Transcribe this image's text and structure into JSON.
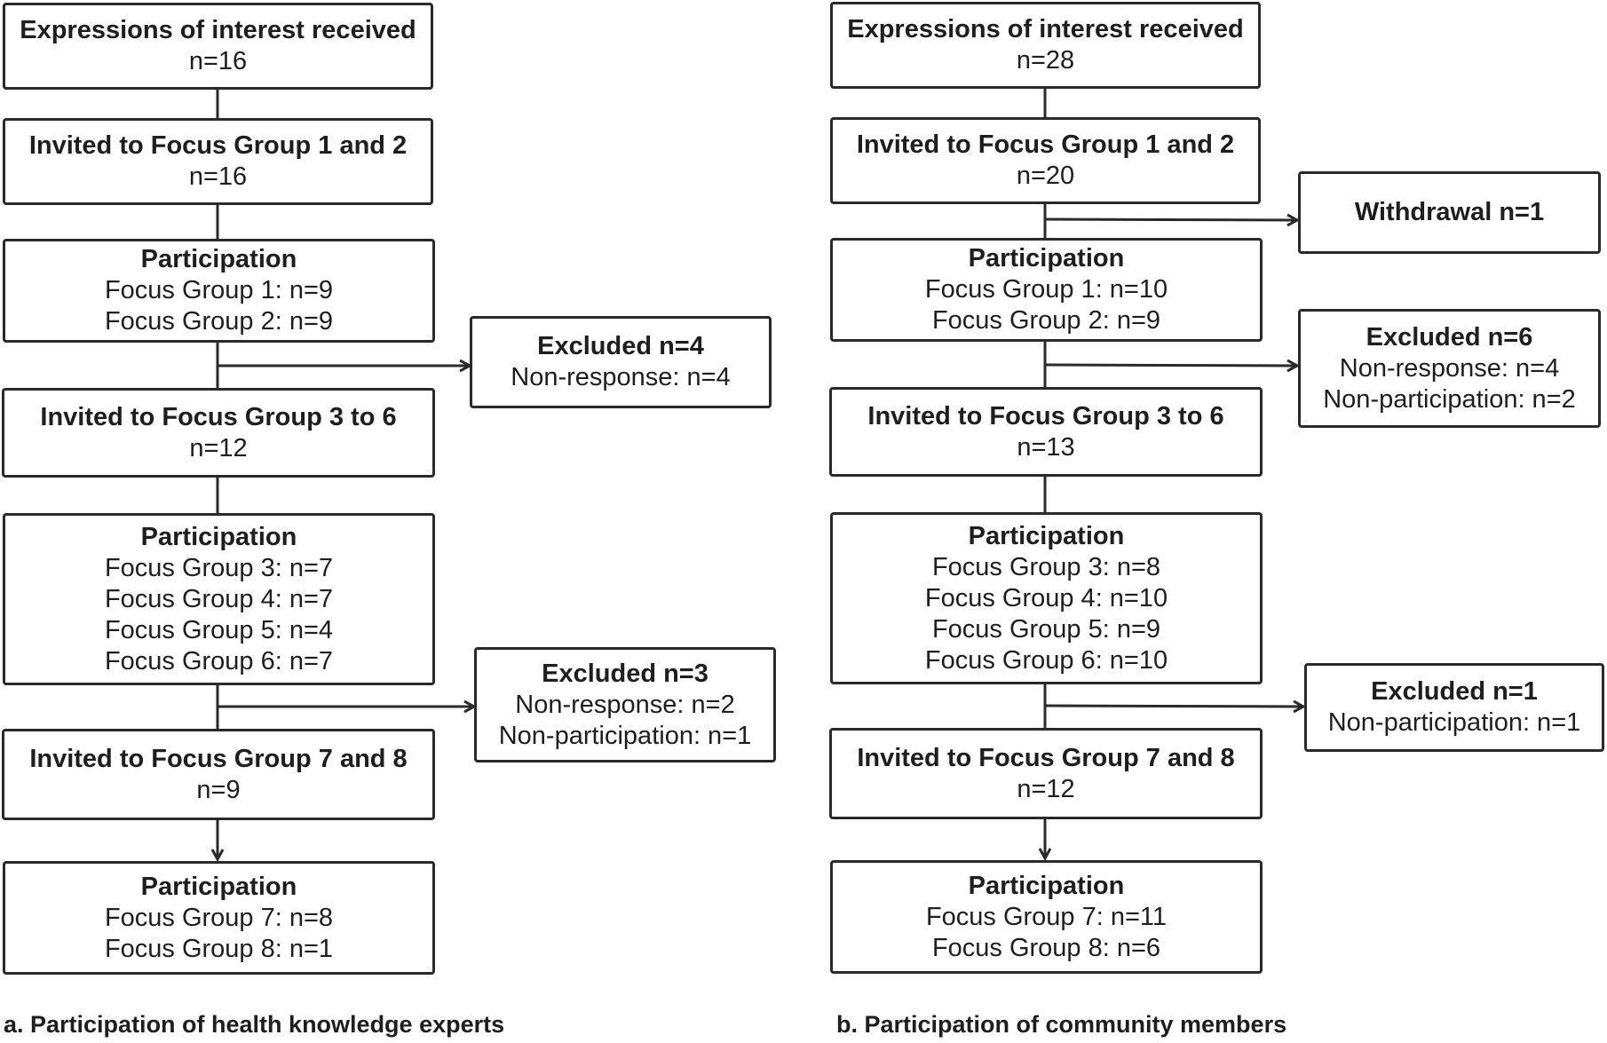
{
  "panel_a": {
    "caption": "a. Participation of health knowledge experts",
    "expressions": {
      "title": "Expressions of interest received",
      "lines": [
        "n=16"
      ]
    },
    "invited_1_2": {
      "title": "Invited to Focus Group 1 and 2",
      "lines": [
        "n=16"
      ]
    },
    "participation_1_2": {
      "title": "Participation",
      "lines": [
        "Focus Group 1: n=9",
        "Focus Group 2: n=9"
      ]
    },
    "excluded_1": {
      "title": "Excluded n=4",
      "lines": [
        "Non-response: n=4"
      ]
    },
    "invited_3_6": {
      "title": "Invited to Focus Group 3 to 6",
      "lines": [
        "n=12"
      ]
    },
    "participation_3_6": {
      "title": "Participation",
      "lines": [
        "Focus Group 3: n=7",
        "Focus Group 4: n=7",
        "Focus Group 5: n=4",
        "Focus Group 6: n=7"
      ]
    },
    "excluded_2": {
      "title": "Excluded n=3",
      "lines": [
        "Non-response: n=2",
        "Non-participation: n=1"
      ]
    },
    "invited_7_8": {
      "title": "Invited to Focus Group 7 and 8",
      "lines": [
        "n=9"
      ]
    },
    "participation_7_8": {
      "title": "Participation",
      "lines": [
        "Focus Group 7: n=8",
        "Focus Group 8: n=1"
      ]
    }
  },
  "panel_b": {
    "caption": "b. Participation of community members",
    "expressions": {
      "title": "Expressions of interest received",
      "lines": [
        "n=28"
      ]
    },
    "invited_1_2": {
      "title": "Invited to Focus Group 1 and 2",
      "lines": [
        "n=20"
      ]
    },
    "withdrawal": {
      "title": "Withdrawal n=1",
      "lines": []
    },
    "participation_1_2": {
      "title": "Participation",
      "lines": [
        "Focus Group 1: n=10",
        "Focus Group 2: n=9"
      ]
    },
    "excluded_1": {
      "title": "Excluded n=6",
      "lines": [
        "Non-response: n=4",
        "Non-participation: n=2"
      ]
    },
    "invited_3_6": {
      "title": "Invited to Focus Group 3 to 6",
      "lines": [
        "n=13"
      ]
    },
    "participation_3_6": {
      "title": "Participation",
      "lines": [
        "Focus Group 3: n=8",
        "Focus Group 4: n=10",
        "Focus Group 5: n=9",
        "Focus Group 6: n=10"
      ]
    },
    "excluded_2": {
      "title": "Excluded n=1",
      "lines": [
        "Non-participation: n=1"
      ]
    },
    "invited_7_8": {
      "title": "Invited to Focus Group 7 and 8",
      "lines": [
        "n=12"
      ]
    },
    "participation_7_8": {
      "title": "Participation",
      "lines": [
        "Focus Group 7: n=11",
        "Focus Group 8: n=6"
      ]
    }
  }
}
